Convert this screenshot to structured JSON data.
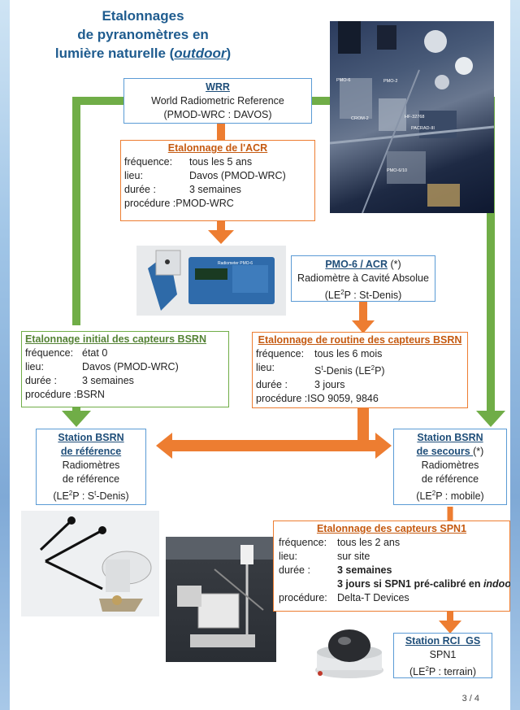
{
  "title": {
    "line1": "Etalonnages",
    "line2": "de pyranomètres en",
    "line3_prefix": "lumière naturelle (",
    "line3_em": "outdoor",
    "line3_suffix": ")"
  },
  "wrr": {
    "title": "WRR",
    "line1": "World Radiometric Reference",
    "line2": "(PMOD-WRC : DAVOS)"
  },
  "acr": {
    "title": "Etalonnage de l'ACR",
    "rows": [
      {
        "k": "fréquence:",
        "v": "tous les 5 ans"
      },
      {
        "k": "lieu:",
        "v": "Davos (PMOD-WRC)"
      },
      {
        "k": "durée :",
        "v": "3 semaines"
      },
      {
        "k": "procédure :",
        "v": "PMOD-WRC"
      }
    ]
  },
  "pmo": {
    "title": "PMO-6 / ACR",
    "title_suffix": " (*)",
    "line1": "Radiomètre à Cavité Absolue",
    "line2_a": "(LE",
    "line2_sup": "2",
    "line2_b": "P : St-Denis)"
  },
  "initial": {
    "title": "Etalonnage initial des capteurs BSRN",
    "rows": [
      {
        "k": "fréquence:",
        "v": "état 0"
      },
      {
        "k": "lieu:",
        "v": "Davos (PMOD-WRC)"
      },
      {
        "k": "durée :",
        "v": "3 semaines"
      },
      {
        "k": "procédure :",
        "v": "BSRN"
      }
    ]
  },
  "routine": {
    "title": "Etalonnage de routine des capteurs BSRN",
    "r1k": "fréquence:",
    "r1v": "tous les 6 mois",
    "r2k": "lieu:",
    "r2v_a": "S",
    "r2v_sup": "t",
    "r2v_b": "-Denis (LE",
    "r2v_sup2": "2",
    "r2v_c": "P)",
    "r3k": "durée :",
    "r3v": "3 jours",
    "r4k": "procédure :",
    "r4v": "ISO 9059, 9846"
  },
  "ref": {
    "t1": "Station BSRN",
    "t2": "de référence",
    "l1": "Radiomètres",
    "l2": "de référence",
    "l3a": "(LE",
    "l3sup": "2",
    "l3b": "P : S",
    "l3sup2": "t",
    "l3c": "-Denis)"
  },
  "secours": {
    "t1": "Station BSRN",
    "t2": "de secours ",
    "t2b": "(*)",
    "l1": "Radiomètres",
    "l2": "de référence",
    "l3a": "(LE",
    "l3sup": "2",
    "l3b": "P : mobile)"
  },
  "spn1": {
    "title": "Etalonnage des capteurs SPN1",
    "r1k": "fréquence:",
    "r1v": "tous les 2 ans",
    "r2k": "lieu:",
    "r2v": "sur site",
    "r3k": "durée :",
    "r3v": "3 semaines",
    "r4v_a": "3 jours si SPN1 pré-calibré en ",
    "r4v_em": "indoor",
    "r5k": "procédure:",
    "r5v": "Delta-T Devices"
  },
  "rci": {
    "title": "Station RCI_GS",
    "l1": "SPN1",
    "l2a": "(LE",
    "l2sup": "2",
    "l2b": "P : terrain)"
  },
  "photo_labels": {
    "p1": "PMO-6",
    "p2": "PMO-2",
    "p3": "CROM-2",
    "p4": "HF-32768",
    "p5": "PACRAD-III",
    "p6": "PMO-6/10",
    "device": "Radiometer PMO-6"
  },
  "page_number": "3 / 4",
  "colors": {
    "title": "#1f5c8f",
    "green": "#70ad47",
    "orange": "#ed7d31",
    "blue": "#5b9bd5"
  }
}
